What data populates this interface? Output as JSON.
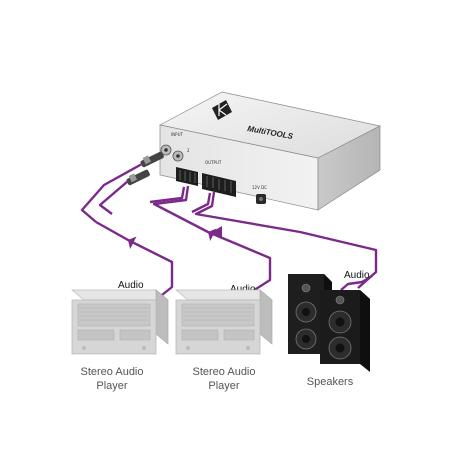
{
  "device": {
    "brand_text": "MultiTOOLS"
  },
  "cable_labels": {
    "audio_1": "Audio",
    "audio_2": "Audio",
    "audio_3": "Audio"
  },
  "components": {
    "player_1": {
      "line1": "Stereo Audio",
      "line2": "Player"
    },
    "player_2": {
      "line1": "Stereo Audio",
      "line2": "Player"
    },
    "speakers": {
      "label": "Speakers"
    }
  },
  "colors": {
    "cable": "#7b2a8a",
    "device_body": "#e9e9e9",
    "speaker": "#1a1a1a",
    "player_gray": "#d2d2d2"
  }
}
